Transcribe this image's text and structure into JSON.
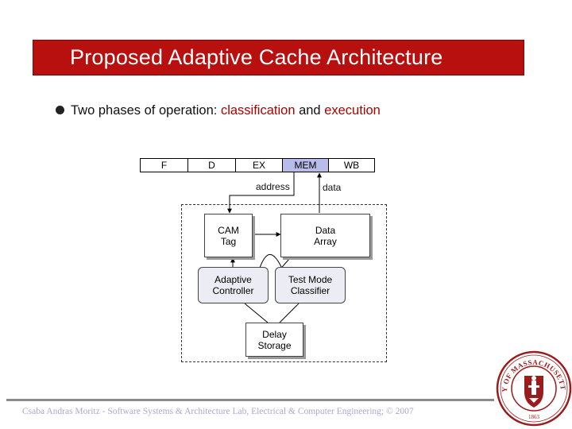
{
  "title": "Proposed Adaptive Cache Architecture",
  "bullet": {
    "prefix": "Two phases of operation: ",
    "term1": "classification",
    "middle": " and ",
    "term2": "execution"
  },
  "pipeline": {
    "stages": [
      "F",
      "D",
      "EX",
      "MEM",
      "WB"
    ],
    "address_label": "address",
    "data_label": "data"
  },
  "nodes": {
    "cam_tag": "CAM\nTag",
    "data_array": "Data\nArray",
    "adaptive_controller": "Adaptive\nController",
    "test_mode_classifier": "Test Mode\nClassifier",
    "delay_storage": "Delay\nStorage"
  },
  "footer": "Csaba Andras Moritz - Software Systems & Architecture Lab, Electrical & Computer Engineering; © 2007",
  "seal": {
    "ring_text": "UNIVERSITY OF MASSACHUSETTS AMHERST",
    "year_text": "1863"
  },
  "colors": {
    "title_bg": "#b80f0f",
    "accent": "#b00000",
    "mem_stage": "#b9bce8",
    "seal": "#9b1c1c"
  }
}
